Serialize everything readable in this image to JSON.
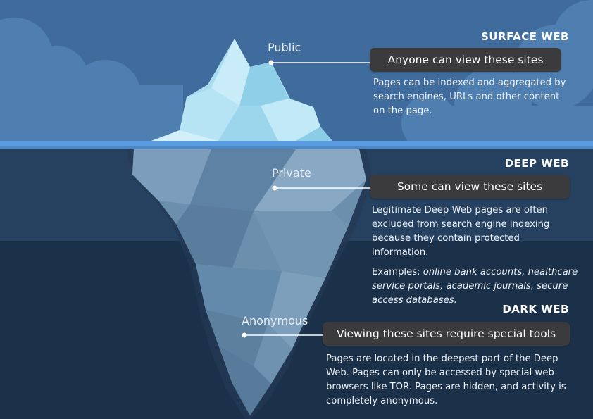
{
  "colors": {
    "sky": "#3f6c9c",
    "cloud": "#4f7fb1",
    "deep_water": "#26405f",
    "dark_water": "#1b3049",
    "waterline": "#5b9be0",
    "ice": "#a8ddf0",
    "submerged_ice": "#6d8fae",
    "pill": "#3b3b3d"
  },
  "levels": [
    {
      "section_title": "SURFACE WEB",
      "marker_label": "Public",
      "heading": "Anyone can view these sites",
      "paragraphs": [
        "Pages can be indexed and aggregated by search engines, URLs and other content on the page."
      ]
    },
    {
      "section_title": "DEEP WEB",
      "marker_label": "Private",
      "heading": "Some can view these sites",
      "paragraphs": [
        "Legitimate Deep Web pages are often excluded from search engine indexing because they contain protected information."
      ],
      "examples_prefix": "Examples: ",
      "examples_text": "online bank accounts, healthcare service portals, academic journals, secure access databases."
    },
    {
      "section_title": "DARK WEB",
      "marker_label": "Anonymous",
      "heading": "Viewing these sites require special tools",
      "paragraphs": [
        "Pages are located in the deepest part of the Deep Web. Pages can only be accessed by special web browsers like TOR. Pages are hidden, and activity is completely anonymous."
      ]
    }
  ]
}
